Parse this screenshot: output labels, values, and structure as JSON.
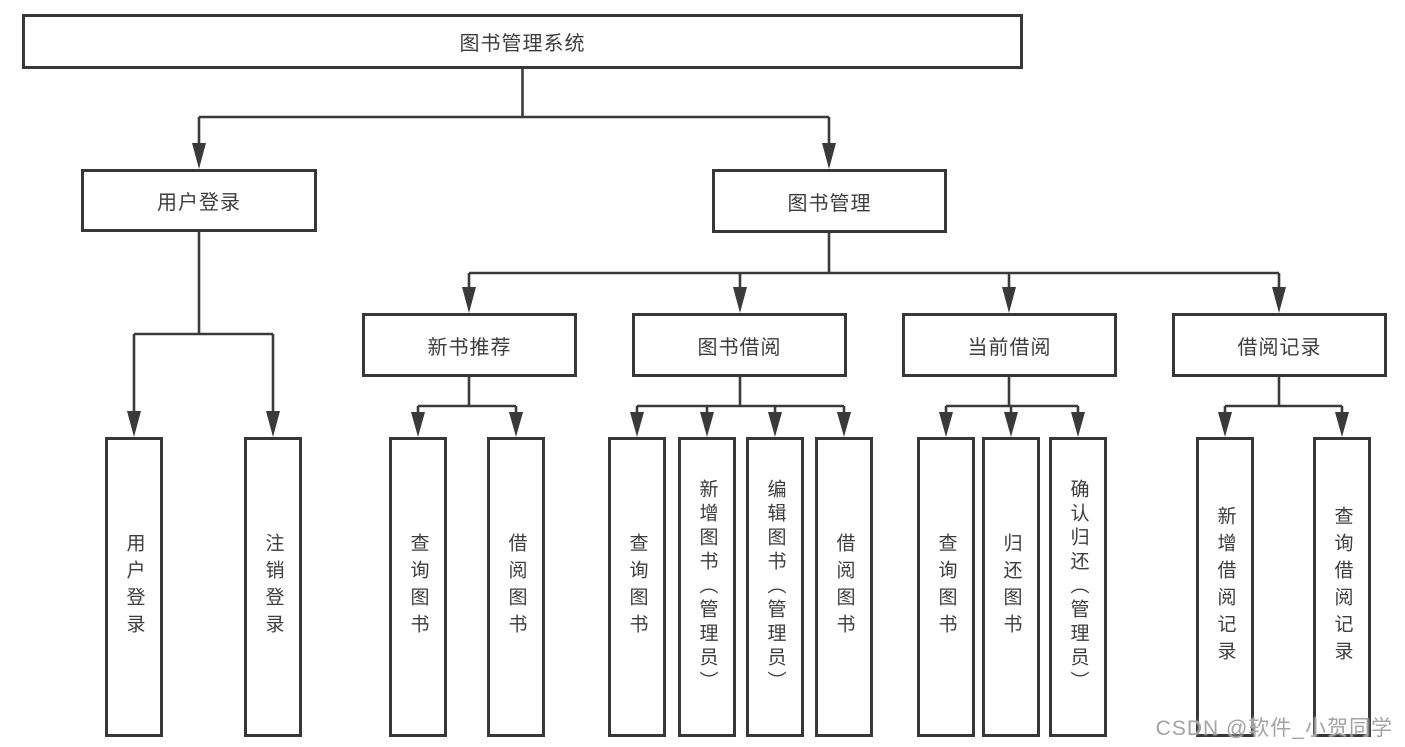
{
  "diagram": {
    "title": "图书管理系统",
    "root": {
      "label": "图书管理系统"
    },
    "level2": [
      {
        "label": "用户登录"
      },
      {
        "label": "图书管理"
      }
    ],
    "level3": [
      {
        "label": "新书推荐"
      },
      {
        "label": "图书借阅"
      },
      {
        "label": "当前借阅"
      },
      {
        "label": "借阅记录"
      }
    ],
    "leaves": [
      {
        "label": "用户登录",
        "parent": "用户登录"
      },
      {
        "label": "注销登录",
        "parent": "用户登录"
      },
      {
        "label": "查询图书",
        "parent": "新书推荐"
      },
      {
        "label": "借阅图书",
        "parent": "新书推荐"
      },
      {
        "label": "查询图书",
        "parent": "图书借阅"
      },
      {
        "label": "新增图书（管理员）",
        "parent": "图书借阅"
      },
      {
        "label": "编辑图书（管理员）",
        "parent": "图书借阅"
      },
      {
        "label": "借阅图书",
        "parent": "图书借阅"
      },
      {
        "label": "查询图书",
        "parent": "当前借阅"
      },
      {
        "label": "归还图书",
        "parent": "当前借阅"
      },
      {
        "label": "确认归还（管理员）",
        "parent": "当前借阅"
      },
      {
        "label": "新增借阅记录",
        "parent": "借阅记录"
      },
      {
        "label": "查询借阅记录",
        "parent": "借阅记录"
      }
    ],
    "colors": {
      "line": "#3a3a3a",
      "box_border": "#373737",
      "text": "#3d3d3d",
      "background": "#ffffff",
      "watermark_text": "#a3a3a3"
    },
    "watermark": "CSDN @软件_小贺同学"
  }
}
